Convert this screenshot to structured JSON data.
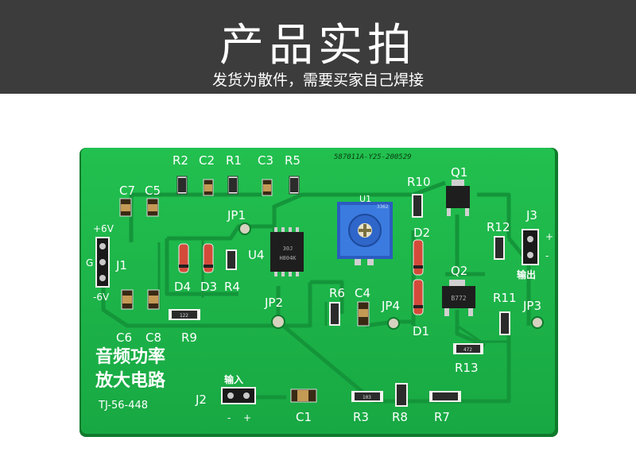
{
  "header": {
    "title": "产品实拍",
    "subtitle": "发货为散件，需要买家自己焊接"
  },
  "board": {
    "code": "587011A-Y25-200529",
    "name_line1": "音频功率",
    "name_line2": "放大电路",
    "model": "TJ-56-448",
    "input_label": "输入",
    "output_label": "输出",
    "polarity_minus": "-",
    "polarity_plus": "+",
    "power_plus": "+6V",
    "power_g": "G",
    "power_minus": "-6V",
    "ic_line1": "30J",
    "ic_line2": "H804K",
    "pot_code": "3362",
    "transistor_code": "B772",
    "res_r9": "122",
    "res_r3": "103",
    "res_r13": "472",
    "refs": {
      "R2": "R2",
      "C2": "C2",
      "R1": "R1",
      "C3": "C3",
      "R5": "R5",
      "C7": "C7",
      "C5": "C5",
      "JP1": "JP1",
      "U4": "U4",
      "U1": "U1",
      "J1": "J1",
      "C6": "C6",
      "C8": "C8",
      "R9": "R9",
      "D4": "D4",
      "D3": "D3",
      "R4": "R4",
      "JP2": "JP2",
      "R6": "R6",
      "C4": "C4",
      "JP4": "JP4",
      "R10": "R10",
      "Q1": "Q1",
      "D2": "D2",
      "R12": "R12",
      "J3": "J3",
      "Q2": "Q2",
      "R11": "R11",
      "JP3": "JP3",
      "D1": "D1",
      "R13": "R13",
      "J2": "J2",
      "C1": "C1",
      "R3": "R3",
      "R8": "R8",
      "R7": "R7"
    }
  },
  "colors": {
    "banner": "#3c3c3c",
    "pcb": "#1db54a",
    "trace": "#15923a",
    "silkscreen": "#ffffff",
    "potentiometer": "#2e6fd6"
  }
}
